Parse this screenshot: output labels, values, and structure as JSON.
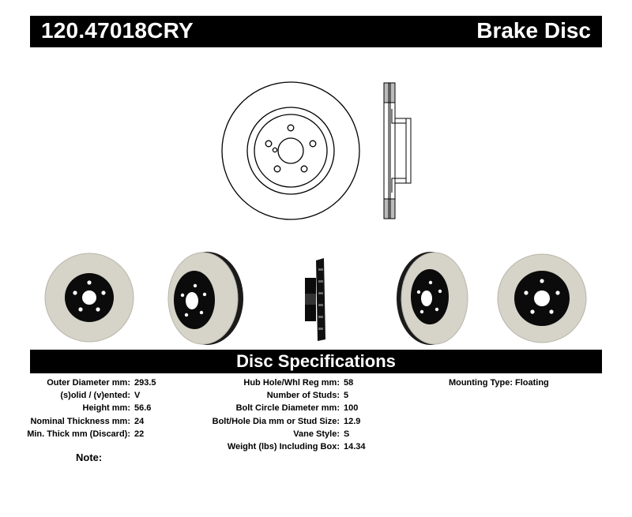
{
  "header": {
    "part_number": "120.47018CRY",
    "doc_type": "Brake Disc"
  },
  "spec_section": {
    "title": "Disc Specifications"
  },
  "specs": {
    "col1": [
      {
        "label": "Outer Diameter mm:",
        "value": "293.5"
      },
      {
        "label": "(s)olid / (v)ented:",
        "value": "V"
      },
      {
        "label": "Height mm:",
        "value": "56.6"
      },
      {
        "label": "Nominal Thickness mm:",
        "value": "24"
      },
      {
        "label": "Min. Thick mm (Discard):",
        "value": "22"
      }
    ],
    "col2": [
      {
        "label": "Hub Hole/Whl Reg mm:",
        "value": "58"
      },
      {
        "label": "Number of Studs:",
        "value": "5"
      },
      {
        "label": "Bolt Circle Diameter mm:",
        "value": "100"
      },
      {
        "label": "Bolt/Hole Dia mm or Stud Size:",
        "value": "12.9"
      },
      {
        "label": "Vane Style:",
        "value": "S"
      },
      {
        "label": "Weight (lbs) Including Box:",
        "value": "14.34"
      }
    ],
    "col3": [
      {
        "label": "Mounting Type:",
        "value": "Floating"
      }
    ]
  },
  "note": {
    "label": "Note:"
  },
  "colors": {
    "bar_background": "#000000",
    "bar_text": "#ffffff",
    "disc_face": "#d9d6cb",
    "disc_hat": "#0b0b0b"
  }
}
